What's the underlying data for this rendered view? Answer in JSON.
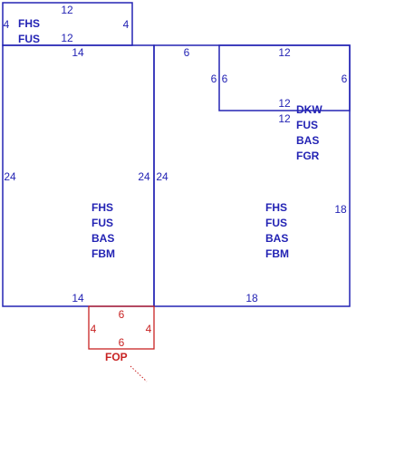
{
  "colors": {
    "structure": "#2323b4",
    "porch": "#c82323"
  },
  "areas": [
    {
      "id": "top-small",
      "dims": {
        "top": "12",
        "bottom": "12",
        "left": "4",
        "right": "4"
      },
      "codes": [
        "FHS",
        "FUS"
      ]
    },
    {
      "id": "left-main",
      "dims": {
        "top": "14",
        "bottom": "14",
        "left": "24",
        "right": "24"
      },
      "codes": [
        "FHS",
        "FUS",
        "BAS",
        "FBM"
      ]
    },
    {
      "id": "right-main",
      "dims": {
        "top": "6",
        "inner": "6",
        "bottom": "18",
        "left": "24",
        "right": "18"
      },
      "codes": [
        "FHS",
        "FUS",
        "BAS",
        "FBM"
      ]
    },
    {
      "id": "upper-right",
      "dims": {
        "top": "12",
        "bottom": "12",
        "left": "6",
        "right": "6"
      },
      "codes": []
    },
    {
      "id": "dkw-stack",
      "dims": {
        "top": "12"
      },
      "codes": [
        "DKW",
        "FUS",
        "BAS",
        "FGR"
      ]
    },
    {
      "id": "porch",
      "dims": {
        "top": "6",
        "bottom": "6",
        "left": "4",
        "right": "4"
      },
      "codes": [
        "FOP"
      ]
    }
  ]
}
